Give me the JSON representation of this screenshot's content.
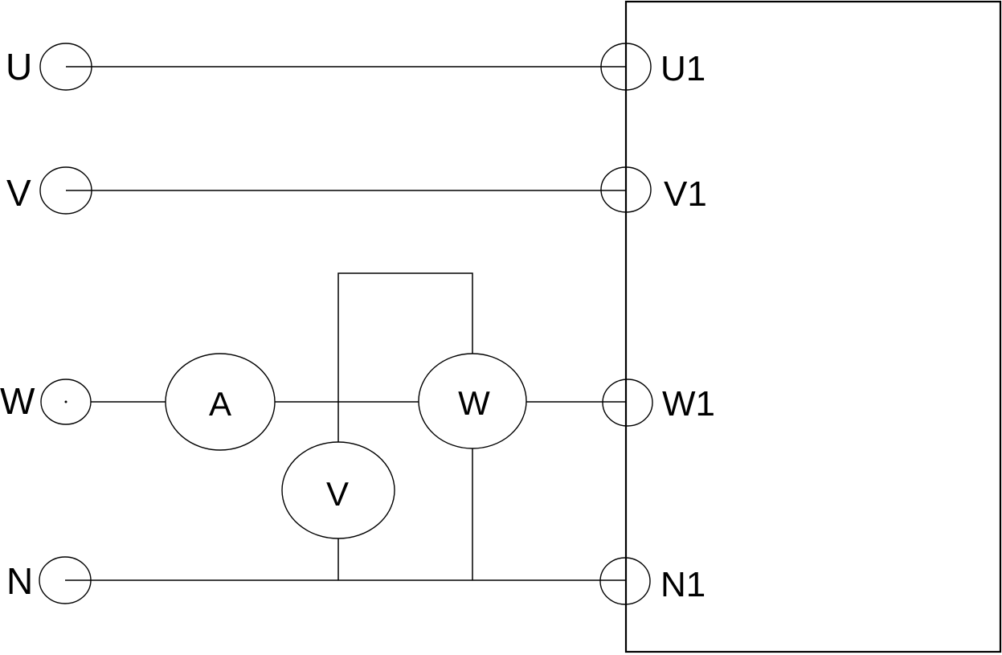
{
  "colors": {
    "background": "#ffffff",
    "line": "#000000",
    "text": "#000000"
  },
  "diagram": {
    "source_terminals": [
      {
        "label": "U"
      },
      {
        "label": "V"
      },
      {
        "label": "W"
      },
      {
        "label": "N"
      }
    ],
    "load_terminals": [
      {
        "label": "U1"
      },
      {
        "label": "V1"
      },
      {
        "label": "W1"
      },
      {
        "label": "N1"
      }
    ],
    "meters": {
      "ammeter": {
        "label": "A"
      },
      "wattmeter": {
        "label": "W"
      },
      "voltmeter": {
        "label": "V"
      }
    }
  }
}
